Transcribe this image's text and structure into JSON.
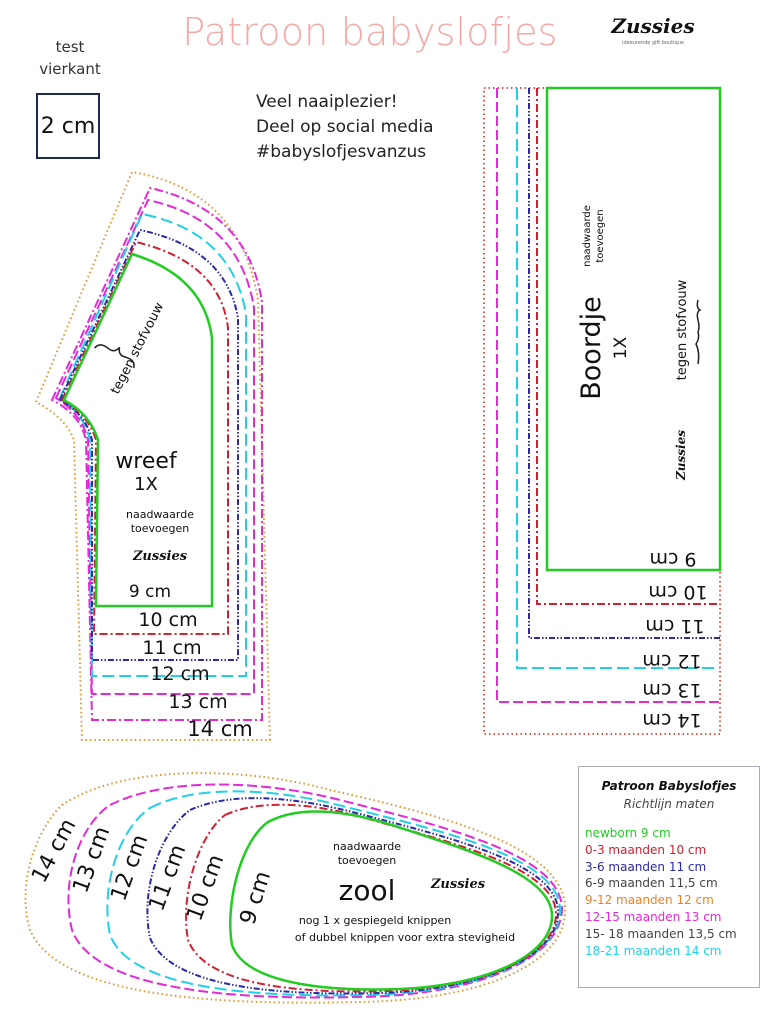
{
  "title": "Patroon babyslofjes",
  "brand": {
    "name": "Zussies",
    "tagline": "ideeurende gift boutique"
  },
  "test_square": {
    "label_line1": "test",
    "label_line2": "vierkant",
    "size": "2 cm"
  },
  "tagline": [
    "Veel naaiplezier!",
    "Deel op social media",
    "#babyslofjesvanzus"
  ],
  "colors": {
    "newborn": "#22cc22",
    "m0_3": "#cc2233",
    "m3_6": "#2a2aa8",
    "m6_9": "#444444",
    "m9_12": "#e8822a",
    "m12_15": "#e22ad6",
    "m15_18": "#444444",
    "m18_21": "#22cfe6",
    "outer": "#e0952f",
    "red_outer": "#e85040"
  },
  "wreef": {
    "name": "wreef",
    "count": "1X",
    "fold": "tegen stofvouw",
    "seam": [
      "naadwaarde",
      "toevoegen"
    ],
    "sizes": [
      "9 cm",
      "10 cm",
      "11 cm",
      "12 cm",
      "13 cm",
      "14 cm"
    ]
  },
  "boordje": {
    "name": "Boordje",
    "count": "1X",
    "fold": "tegen stofvouw",
    "seam": [
      "naadwaarde",
      "toevoegen"
    ],
    "sizes": [
      "9 cm",
      "10 cm",
      "11 cm",
      "12 cm",
      "13 cm",
      "14 cm"
    ]
  },
  "zool": {
    "name": "zool",
    "seam": [
      "naadwaarde",
      "toevoegen"
    ],
    "note": [
      "nog 1 x gespiegeld knippen",
      "of dubbel knippen voor extra stevigheid"
    ],
    "sizes": [
      "9 cm",
      "10 cm",
      "11 cm",
      "12 cm",
      "13 cm",
      "14 cm"
    ]
  },
  "legend": {
    "title": "Patroon Babyslofjes",
    "subtitle": "Richtlijn maten",
    "items": [
      {
        "text": "newborn 9 cm",
        "color": "#22cc22"
      },
      {
        "text": "0-3 maanden 10 cm",
        "color": "#cc2233"
      },
      {
        "text": "3-6 maanden 11 cm",
        "color": "#2a2aa8"
      },
      {
        "text": "6-9 maanden 11,5 cm",
        "color": "#444444"
      },
      {
        "text": "9-12 maanden 12 cm",
        "color": "#e8822a"
      },
      {
        "text": "12-15 maanden 13 cm",
        "color": "#e22ad6"
      },
      {
        "text": "15- 18 maanden 13,5 cm",
        "color": "#444444"
      },
      {
        "text": "18-21 maanden 14 cm",
        "color": "#22cfe6"
      }
    ]
  }
}
